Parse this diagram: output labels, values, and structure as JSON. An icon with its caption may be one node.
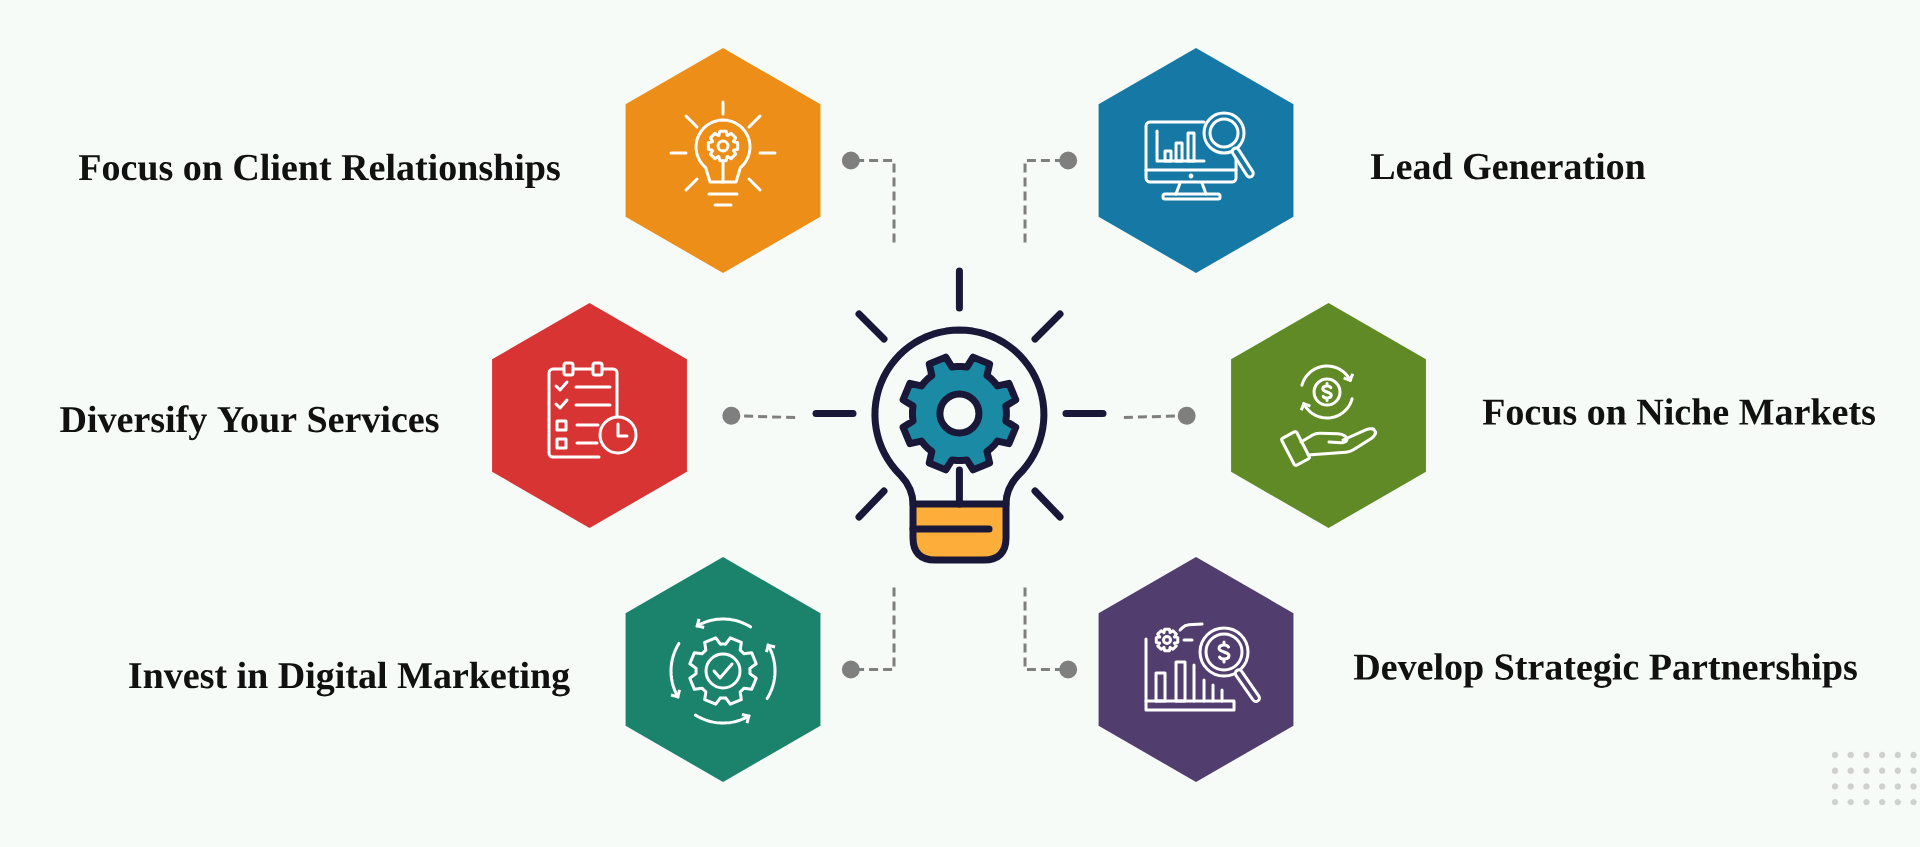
{
  "diagram": {
    "nodes": [
      {
        "text": [
          "Focus on Client Relationships"
        ]
      },
      {
        "text": [
          "Lead Generation"
        ]
      },
      {
        "text": [
          "Diversify Your Services"
        ]
      },
      {
        "text": [],
        "shape": "picture"
      },
      {
        "text": [
          "Focus on Niche Markets"
        ]
      },
      {
        "text": [
          "Invest in Digital Marketing"
        ]
      },
      {
        "text": [
          "Develop Strategic Partnerships"
        ]
      }
    ],
    "edges": [
      {
        "from": 3,
        "to": 0,
        "arrow": "other",
        "style": "dashed"
      },
      {
        "from": 3,
        "to": 1,
        "arrow": "other",
        "style": "dashed"
      },
      {
        "from": 3,
        "to": 2,
        "arrow": "other",
        "style": "dashed"
      },
      {
        "from": 3,
        "to": 4,
        "arrow": "other",
        "style": "dashed"
      },
      {
        "from": 3,
        "to": 5,
        "arrow": "other",
        "style": "dashed"
      },
      {
        "from": 3,
        "to": 6,
        "arrow": "other",
        "style": "dashed"
      }
    ]
  }
}
